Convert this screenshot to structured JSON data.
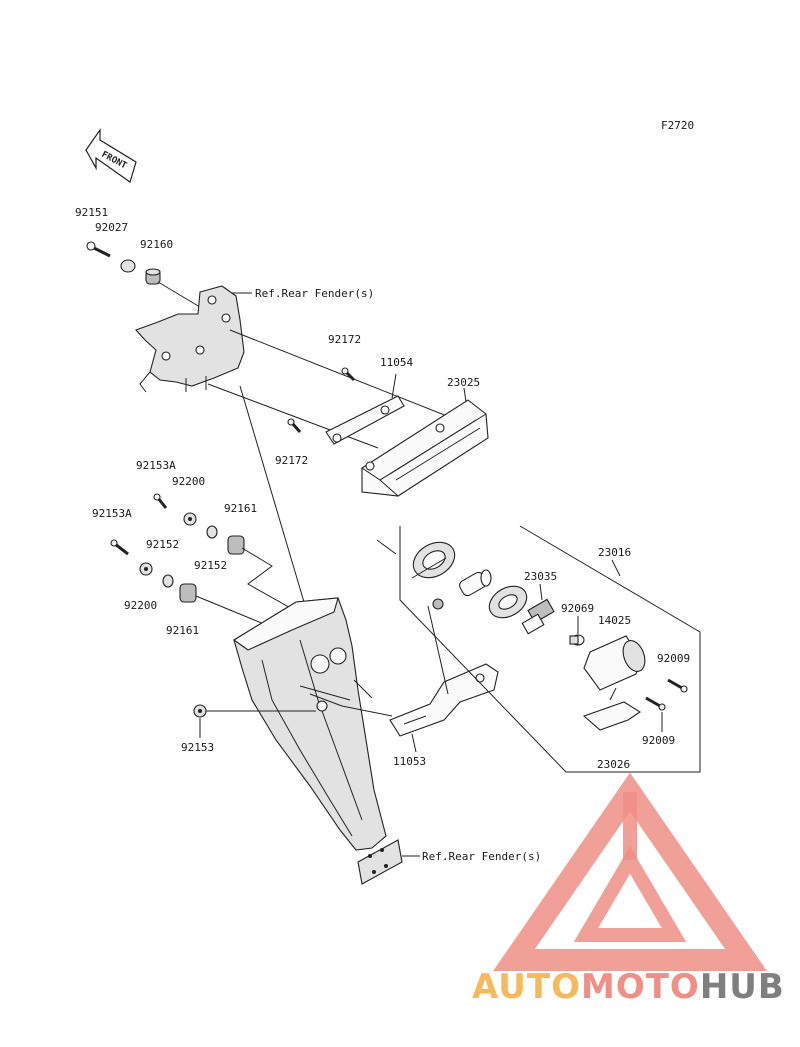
{
  "figure_code": "F2720",
  "front_label": "FRONT",
  "references": {
    "rear_fender_top": "Ref.Rear Fender(s)",
    "rear_fender_bottom": "Ref.Rear Fender(s)"
  },
  "part_numbers": {
    "p92151": "92151",
    "p92027": "92027",
    "p92160": "92160",
    "p92172_a": "92172",
    "p11054": "11054",
    "p23025": "23025",
    "p92172_b": "92172",
    "p92153A_a": "92153A",
    "p92200_a": "92200",
    "p92161_a": "92161",
    "p92153A_b": "92153A",
    "p92152_a": "92152",
    "p92152_b": "92152",
    "p92200_b": "92200",
    "p92161_b": "92161",
    "p23016": "23016",
    "p23035": "23035",
    "p92069": "92069",
    "p14025": "14025",
    "p92009_a": "92009",
    "p92009_b": "92009",
    "p11053": "11053",
    "p23026": "23026",
    "p92153": "92153"
  },
  "watermark": {
    "auto": "AUTO",
    "moto": "MOTO",
    "hub": "HUB",
    "colors": {
      "auto": "#f6b95c",
      "moto": "#ef8f86",
      "hub": "#7f7f7f",
      "logo": "#ef8f86"
    }
  }
}
